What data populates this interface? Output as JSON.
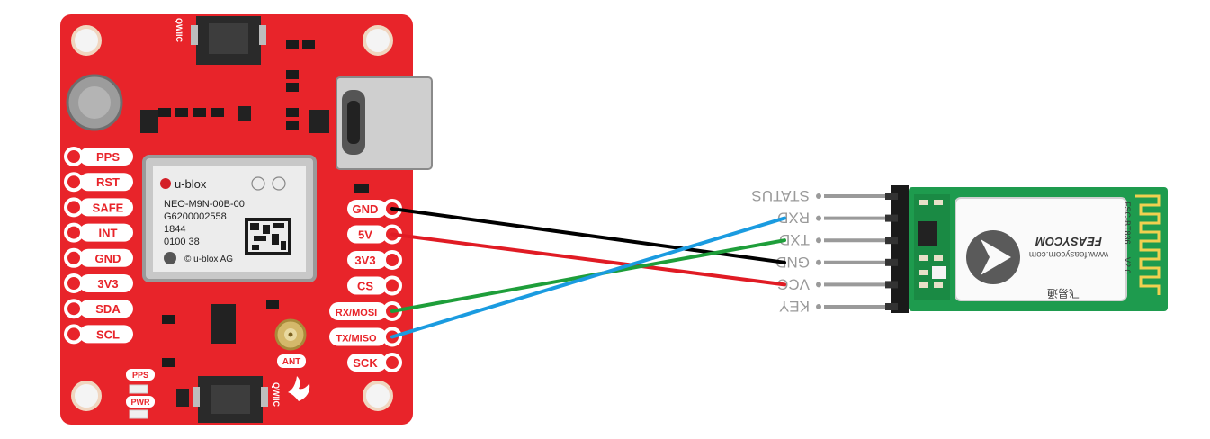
{
  "gps_board": {
    "left_pins": [
      "PPS",
      "RST",
      "SAFE",
      "INT",
      "GND",
      "3V3",
      "SDA",
      "SCL"
    ],
    "right_pins": [
      "GND",
      "5V",
      "3V3",
      "CS",
      "RX/MOSI",
      "TX/MISO",
      "SCK"
    ],
    "module": {
      "brand": "u-blox",
      "part": "NEO-M9N-00B-00",
      "serial": "G6200002558",
      "date": "1844",
      "lot": "0100  38",
      "copyright": "© u-blox AG"
    },
    "silkscreen": {
      "qwiic_top": "QWIIC",
      "qwiic_bottom": "QWIIC",
      "ant": "ANT",
      "led_pps": "PPS",
      "led_pwr": "PWR"
    },
    "colors": {
      "pcb": "#e8242a",
      "silk": "#ffffff"
    }
  },
  "bt_module": {
    "pins": [
      "STATUS",
      "RXD",
      "TXD",
      "GND",
      "VCC",
      "KEY"
    ],
    "pcb_text": {
      "brand": "FEASYCOM",
      "url": "www.feasycom.com",
      "model": "FSC-BT836",
      "version": "V2.0",
      "chinese": "飞易通"
    },
    "colors": {
      "pcb": "#1e9b4e",
      "shield": "#ffffff"
    }
  },
  "wires": [
    {
      "from": "GND",
      "to": "GND",
      "color": "#000000"
    },
    {
      "from": "5V",
      "to": "VCC",
      "color": "#e01b24"
    },
    {
      "from": "RX/MOSI",
      "to": "TXD",
      "color": "#1e9e3a"
    },
    {
      "from": "TX/MISO",
      "to": "RXD",
      "color": "#1a9be0"
    }
  ]
}
